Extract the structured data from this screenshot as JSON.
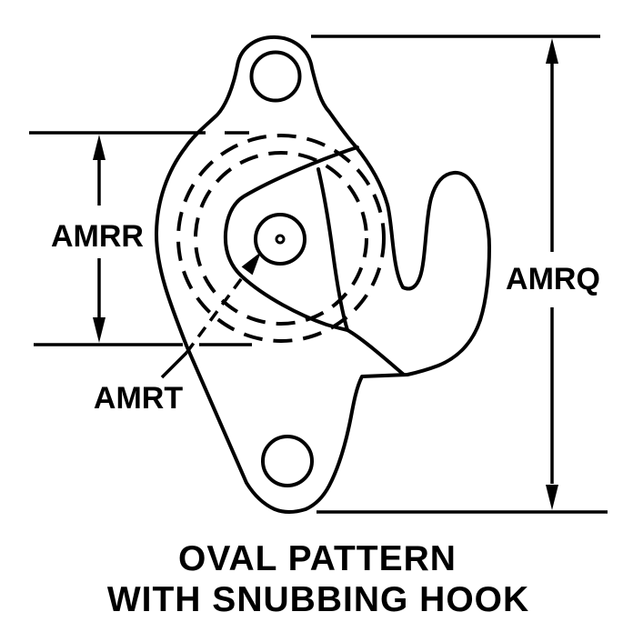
{
  "figure": {
    "type": "engineering-line-drawing",
    "subject": "oval pattern plate with snubbing hook",
    "caption_line1": "OVAL PATTERN",
    "caption_line2": "WITH SNUBBING HOOK"
  },
  "dimensions": {
    "left_vertical_label": "AMRR",
    "right_vertical_label": "AMRQ",
    "leader_label": "AMRT"
  },
  "colors": {
    "background": "#ffffff",
    "line": "#000000"
  }
}
